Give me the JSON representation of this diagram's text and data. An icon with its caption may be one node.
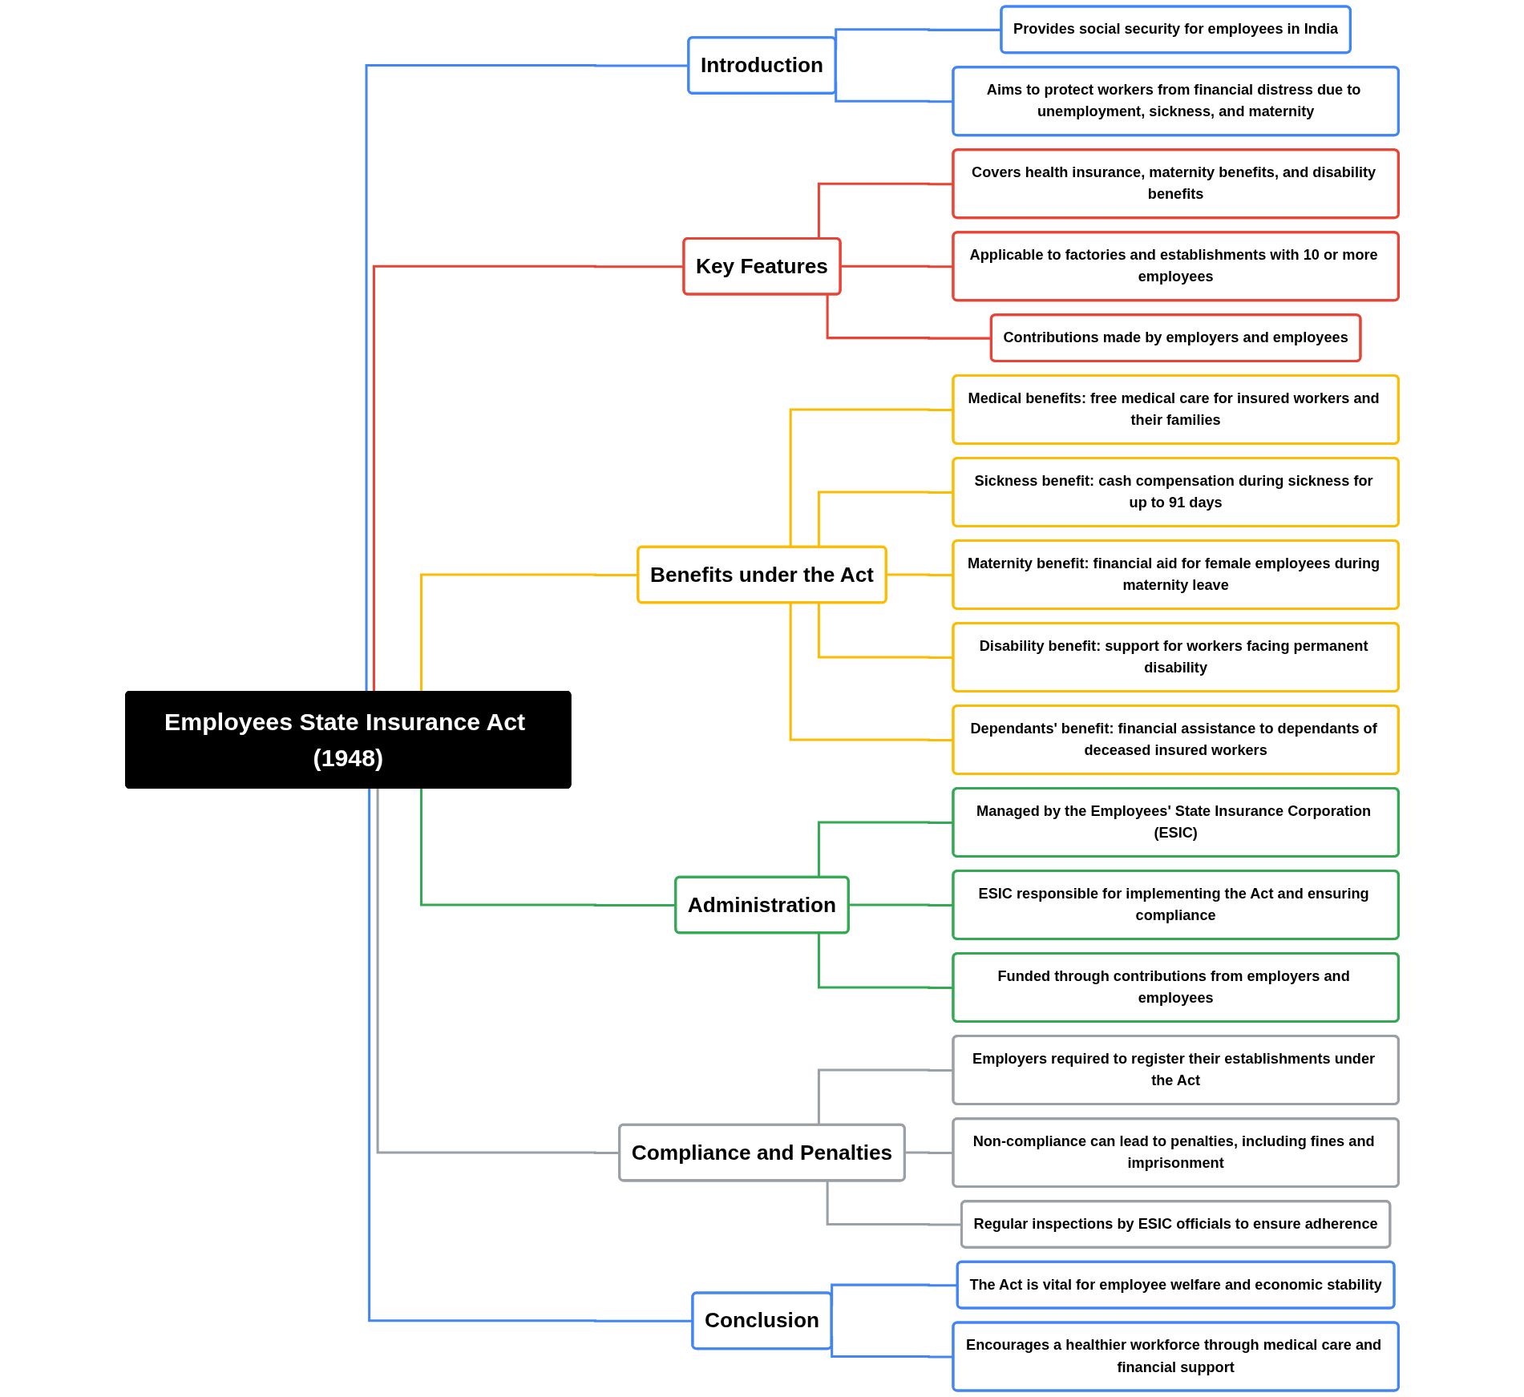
{
  "diagram": {
    "nodes": [
      {
        "text": [
          "Employees State Insurance Act (1948)"
        ]
      },
      {
        "text": [
          "Introduction"
        ]
      },
      {
        "text": [
          "Provides social security for employees in India"
        ]
      },
      {
        "text": [
          "Aims to protect workers from financial distress due to unemployment, sickness, and maternity"
        ]
      },
      {
        "text": [
          "Key Features"
        ]
      },
      {
        "text": [
          "Covers health insurance, maternity benefits, and disability benefits"
        ]
      },
      {
        "text": [
          "Applicable to factories and establishments with 10 or more employees"
        ]
      },
      {
        "text": [
          "Contributions made by employers and employees"
        ]
      },
      {
        "text": [
          "Benefits under the Act"
        ]
      },
      {
        "text": [
          "Medical benefits: free medical care for insured workers and their families"
        ]
      },
      {
        "text": [
          "Sickness benefit: cash compensation during sickness for up to 91 days"
        ]
      },
      {
        "text": [
          "Maternity benefit: financial aid for female employees during maternity leave"
        ]
      },
      {
        "text": [
          "Disability benefit: support for workers facing permanent disability"
        ]
      },
      {
        "text": [
          "Dependants' benefit: financial assistance to dependants of deceased insured workers"
        ]
      },
      {
        "text": [
          "Administration"
        ]
      },
      {
        "text": [
          "Managed by the Employees' State Insurance Corporation (ESIC)"
        ]
      },
      {
        "text": [
          "ESIC responsible for implementing the Act and ensuring compliance"
        ]
      },
      {
        "text": [
          "Funded through contributions from employers and employees"
        ]
      },
      {
        "text": [
          "Compliance and Penalties"
        ]
      },
      {
        "text": [
          "Employers required to register their establishments under the Act"
        ]
      },
      {
        "text": [
          "Non-compliance can lead to penalties, including fines and imprisonment"
        ]
      },
      {
        "text": [
          "Regular inspections by ESIC officials to ensure adherence"
        ]
      },
      {
        "text": [
          "Conclusion"
        ]
      },
      {
        "text": [
          "The Act is vital for employee welfare and economic stability"
        ]
      },
      {
        "text": [
          "Encourages a healthier workforce through medical care and financial support"
        ]
      }
    ],
    "edges": [
      {
        "from": 0,
        "to": 1,
        "arrow": "none",
        "color": "#4285f4"
      },
      {
        "from": 1,
        "to": 2,
        "arrow": "none",
        "color": "#4285f4"
      },
      {
        "from": 1,
        "to": 3,
        "arrow": "none",
        "color": "#4285f4"
      },
      {
        "from": 0,
        "to": 4,
        "arrow": "none",
        "color": "#ea4335"
      },
      {
        "from": 4,
        "to": 5,
        "arrow": "none",
        "color": "#ea4335"
      },
      {
        "from": 4,
        "to": 6,
        "arrow": "none",
        "color": "#ea4335"
      },
      {
        "from": 4,
        "to": 7,
        "arrow": "none",
        "color": "#ea4335"
      },
      {
        "from": 0,
        "to": 8,
        "arrow": "none",
        "color": "#fbbc04"
      },
      {
        "from": 8,
        "to": 9,
        "arrow": "none",
        "color": "#fbbc04"
      },
      {
        "from": 8,
        "to": 10,
        "arrow": "none",
        "color": "#fbbc04"
      },
      {
        "from": 8,
        "to": 11,
        "arrow": "none",
        "color": "#fbbc04"
      },
      {
        "from": 8,
        "to": 12,
        "arrow": "none",
        "color": "#fbbc04"
      },
      {
        "from": 8,
        "to": 13,
        "arrow": "none",
        "color": "#fbbc04"
      },
      {
        "from": 0,
        "to": 14,
        "arrow": "none",
        "color": "#34a853"
      },
      {
        "from": 14,
        "to": 15,
        "arrow": "none",
        "color": "#34a853"
      },
      {
        "from": 14,
        "to": 16,
        "arrow": "none",
        "color": "#34a853"
      },
      {
        "from": 14,
        "to": 17,
        "arrow": "none",
        "color": "#34a853"
      },
      {
        "from": 0,
        "to": 18,
        "arrow": "none",
        "color": "#9aa0a6"
      },
      {
        "from": 18,
        "to": 19,
        "arrow": "none",
        "color": "#9aa0a6"
      },
      {
        "from": 18,
        "to": 20,
        "arrow": "none",
        "color": "#9aa0a6"
      },
      {
        "from": 18,
        "to": 21,
        "arrow": "none",
        "color": "#9aa0a6"
      },
      {
        "from": 0,
        "to": 22,
        "arrow": "none",
        "color": "#4285f4"
      },
      {
        "from": 22,
        "to": 23,
        "arrow": "none",
        "color": "#4285f4"
      },
      {
        "from": 22,
        "to": 24,
        "arrow": "none",
        "color": "#4285f4"
      }
    ]
  }
}
